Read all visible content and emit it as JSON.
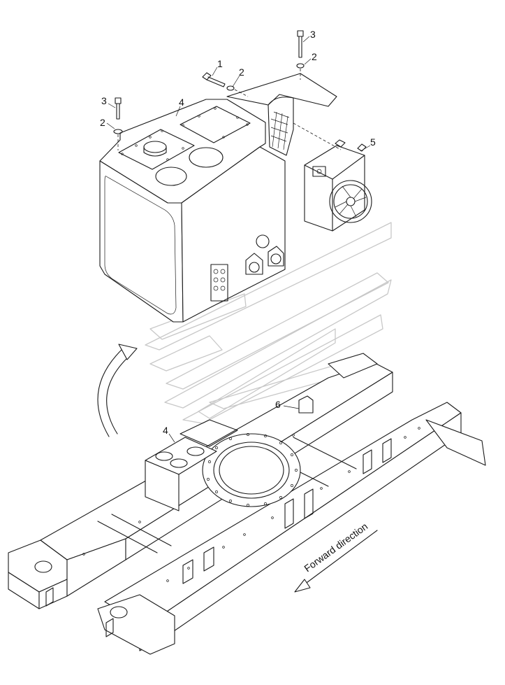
{
  "callouts": {
    "c1": "1",
    "c2a": "2",
    "c2b": "2",
    "c2c": "2",
    "c3a": "3",
    "c3b": "3",
    "c4a": "4",
    "c4b": "4",
    "c5": "5",
    "c6": "6"
  },
  "direction_label": "Forward direction"
}
